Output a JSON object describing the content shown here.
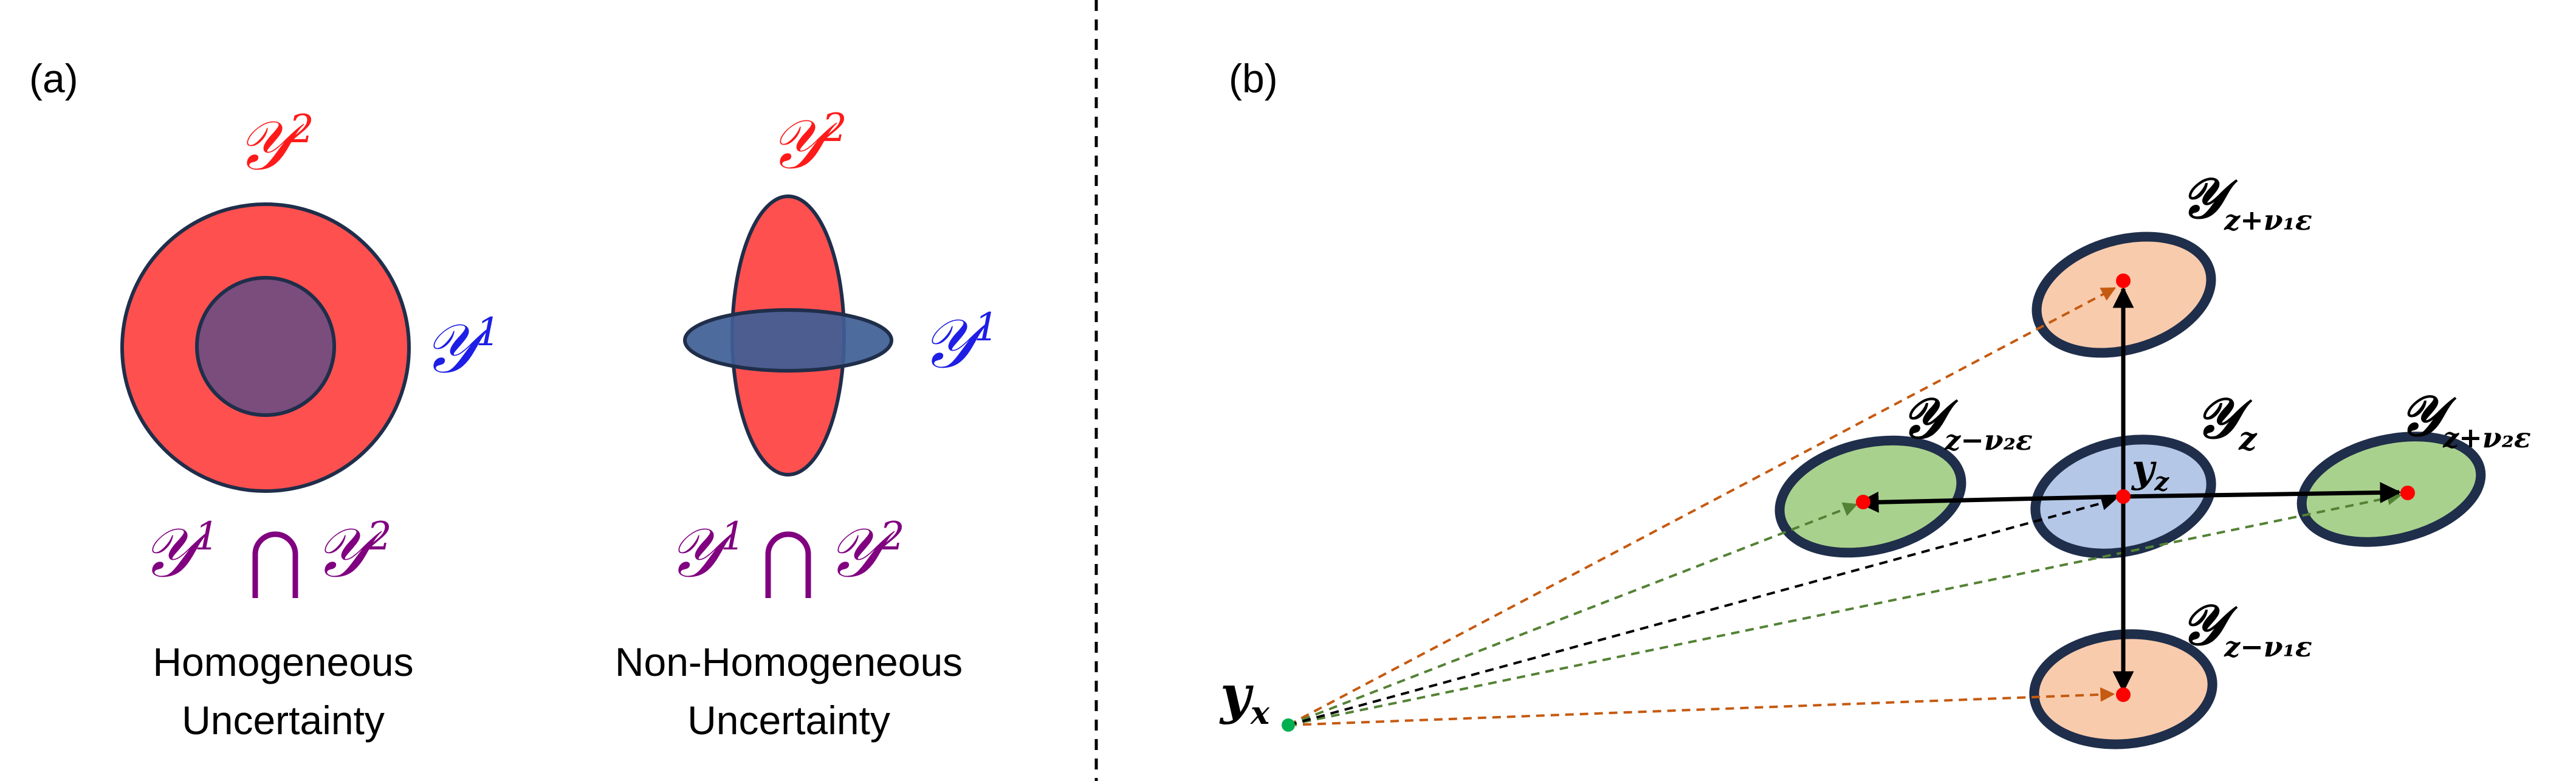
{
  "panel_a": {
    "label": "(a)",
    "homogeneous": {
      "outer_label": "𝒴",
      "outer_sup": "2",
      "inner_label": "𝒴",
      "inner_sup": "1",
      "intersection": {
        "left": "𝒴",
        "left_sup": "1",
        "op": "⋂",
        "right": "𝒴",
        "right_sup": "2"
      },
      "caption_line1": "Homogeneous",
      "caption_line2": "Uncertainty"
    },
    "non_homogeneous": {
      "vertical_label": "𝒴",
      "vertical_sup": "2",
      "horizontal_label": "𝒴",
      "horizontal_sup": "1",
      "intersection": {
        "left": "𝒴",
        "left_sup": "1",
        "op": "⋂",
        "right": "𝒴",
        "right_sup": "2"
      },
      "caption_line1": "Non-Homogeneous",
      "caption_line2": "Uncertainty"
    }
  },
  "panel_b": {
    "label": "(b)",
    "source_point": {
      "label": "y",
      "sub": "x"
    },
    "center_point": {
      "label": "y",
      "sub": "z"
    },
    "sets": {
      "center": {
        "label": "𝒴",
        "sub": "z"
      },
      "top": {
        "label": "𝒴",
        "sub": "z+ν₁ε"
      },
      "bottom": {
        "label": "𝒴",
        "sub": "z−ν₁ε"
      },
      "left": {
        "label": "𝒴",
        "sub": "z−ν₂ε"
      },
      "right": {
        "label": "𝒴",
        "sub": "z+ν₂ε"
      }
    }
  },
  "colors": {
    "red": "#FF5050",
    "red_label": "#FF1A1A",
    "blue_label": "#1E1EE6",
    "purple": "#800080",
    "navy_stroke": "#1F2E4A",
    "inner_purple": "#7A4D7D",
    "horizontal_blue": "#3F5E96",
    "center_fill": "#B4C7E7",
    "peach_fill": "#F8CBAD",
    "green_fill": "#A9D18E",
    "orange_dash": "#C55A11",
    "green_dash": "#548235",
    "black_dash": "#000000",
    "point_red": "#FF0000",
    "point_green": "#00B050"
  }
}
